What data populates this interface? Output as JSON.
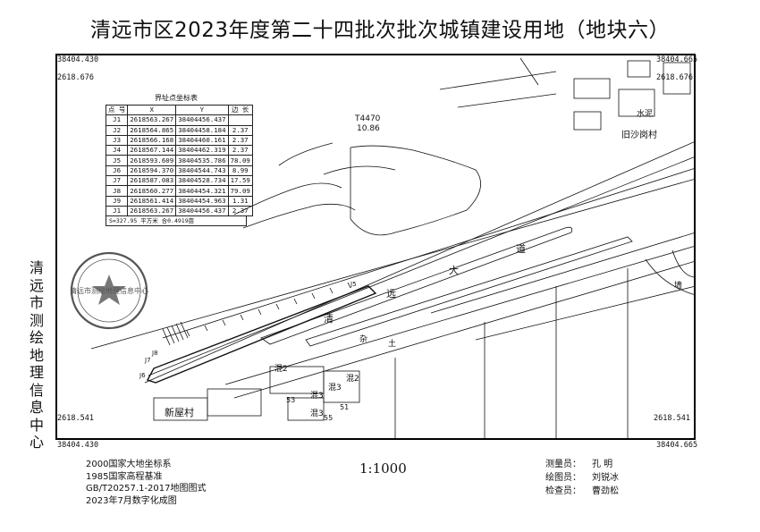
{
  "title": "清远市区2023年度第二十四批次批次城镇建设用地（地块六）",
  "side_label": "清远市测绘地理信息中心",
  "corner_coords": {
    "tl_x": "38404.430",
    "tl_y": "2618.676",
    "tr_x": "38404.665",
    "tr_y": "2618.676",
    "bl_y": "2618.541",
    "bl_x": "38404.430",
    "br_y": "2618.541",
    "br_x": "38404.665"
  },
  "coord_table": {
    "title": "界址点坐标表",
    "headers": [
      "点 号",
      "X",
      "Y",
      "边 长"
    ],
    "rows": [
      {
        "id": "J1",
        "x": "2618563.267",
        "y": "38404456.437",
        "len": ""
      },
      {
        "id": "J2",
        "x": "2618564.865",
        "y": "38404458.184",
        "len": "2.37"
      },
      {
        "id": "J3",
        "x": "2618566.168",
        "y": "38404460.161",
        "len": "2.37"
      },
      {
        "id": "J4",
        "x": "2618567.144",
        "y": "38404462.319",
        "len": "2.37"
      },
      {
        "id": "J5",
        "x": "2618593.609",
        "y": "38404535.786",
        "len": "78.09"
      },
      {
        "id": "J6",
        "x": "2618594.370",
        "y": "38404544.743",
        "len": "8.99"
      },
      {
        "id": "J7",
        "x": "2618587.083",
        "y": "38404528.734",
        "len": "17.59"
      },
      {
        "id": "J8",
        "x": "2618560.277",
        "y": "38404454.321",
        "len": "79.09"
      },
      {
        "id": "J9",
        "x": "2618561.414",
        "y": "38404454.963",
        "len": "1.31"
      },
      {
        "id": "J1",
        "x": "2618563.267",
        "y": "38404456.437",
        "len": "2.37"
      }
    ],
    "note": "S=327.95 平方米 合0.4919亩"
  },
  "map_labels": {
    "parcel_id": "T4470",
    "parcel_value": "10.86",
    "village_old": "旧沙岗村",
    "village_new": "新屋村",
    "road_1": "清",
    "road_2": "远",
    "road_3": "大",
    "road_4": "道",
    "mixed_1": "混3",
    "mixed_2": "混2",
    "mixed_3": "混3",
    "mixed_4": "混2",
    "mixed_5": "混3",
    "misc_1": "杂",
    "misc_2": "土",
    "wall": "墙",
    "cement": "水泥",
    "j5": "J5",
    "j6": "J6",
    "j7": "J7",
    "j8": "J8",
    "num_53": "53",
    "num_51": "51",
    "num_55": "55"
  },
  "stamp_text": "清远市测绘地理信息中心",
  "footer": {
    "line1": "2000国家大地坐标系",
    "line2": "1985国家高程基准",
    "line3": "GB/T20257.1-2017地图图式",
    "line4": "2023年7月数字化成图"
  },
  "scale": "1:1000",
  "survey": {
    "surveyor_label": "测量员：",
    "surveyor": "孔  明",
    "drafter_label": "绘图员：",
    "drafter": "刘锐冰",
    "checker_label": "检查员：",
    "checker": "曹劲松"
  },
  "colors": {
    "line": "#111111",
    "stamp": "#555555"
  }
}
